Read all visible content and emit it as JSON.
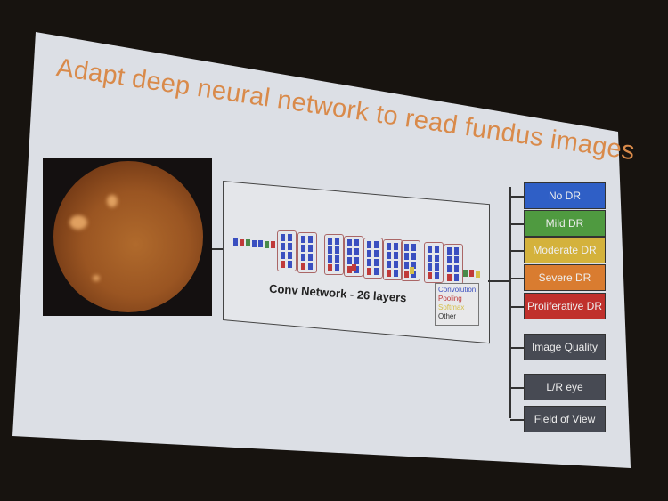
{
  "slide": {
    "title": "Adapt deep neural network to read fundus images"
  },
  "network": {
    "label": "Conv Network  - 26 layers",
    "legend": [
      {
        "label": "Convolution",
        "color": "#3a4fc0"
      },
      {
        "label": "Pooling",
        "color": "#c03a3a"
      },
      {
        "label": "Softmax",
        "color": "#d6c04a"
      },
      {
        "label": "Other",
        "color": "#333333"
      }
    ]
  },
  "outputs_dr": [
    {
      "label": "No DR",
      "color": "#2f5fc6"
    },
    {
      "label": "Mild DR",
      "color": "#4f9a40"
    },
    {
      "label": "Moderate DR",
      "color": "#d4b23c"
    },
    {
      "label": "Severe DR",
      "color": "#d97c30"
    },
    {
      "label": "Proliferative DR",
      "color": "#c0302c"
    }
  ],
  "outputs_other": [
    {
      "label": "Image Quality",
      "color": "#474a53"
    },
    {
      "label": "L/R eye",
      "color": "#474a53"
    },
    {
      "label": "Field of View",
      "color": "#474a53"
    }
  ]
}
